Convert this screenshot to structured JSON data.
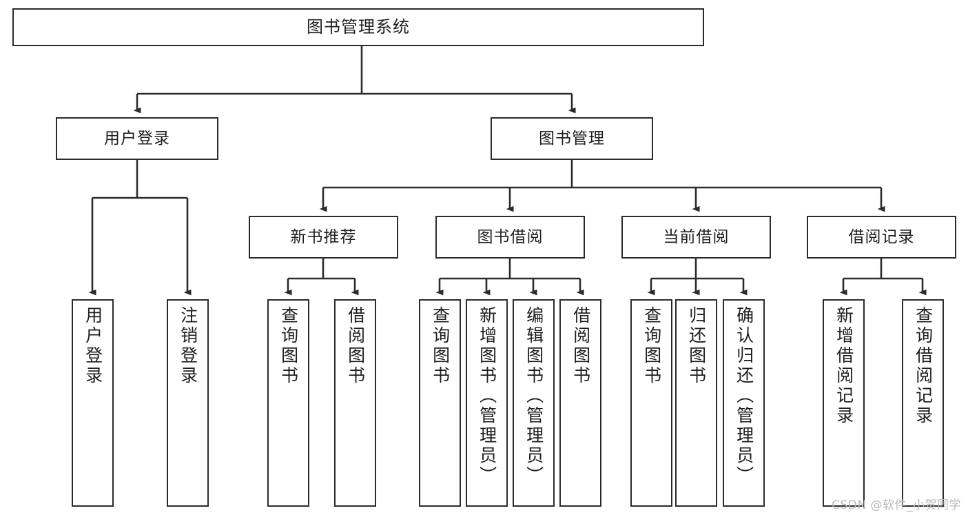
{
  "diagram": {
    "title": "图书管理系统",
    "type": "tree",
    "watermark": "CSDN @软件_小贺同学",
    "root": {
      "id": "root",
      "label": "图书管理系统"
    },
    "level1": [
      {
        "id": "user-login",
        "label": "用户登录"
      },
      {
        "id": "book-manage",
        "label": "图书管理"
      }
    ],
    "level2": [
      {
        "id": "new-book-rec",
        "label": "新书推荐",
        "parent": "book-manage"
      },
      {
        "id": "book-borrow",
        "label": "图书借阅",
        "parent": "book-manage"
      },
      {
        "id": "current-borrow",
        "label": "当前借阅",
        "parent": "book-manage"
      },
      {
        "id": "borrow-record",
        "label": "借阅记录",
        "parent": "book-manage"
      }
    ],
    "leaves": [
      {
        "id": "leaf-user-login",
        "label": "用户登录",
        "parent": "user-login"
      },
      {
        "id": "leaf-user-logout",
        "label": "注销登录",
        "parent": "user-login"
      },
      {
        "id": "leaf-query-book-1",
        "label": "查询图书",
        "parent": "new-book-rec"
      },
      {
        "id": "leaf-borrow-book-1",
        "label": "借阅图书",
        "parent": "new-book-rec"
      },
      {
        "id": "leaf-query-book-2",
        "label": "查询图书",
        "parent": "book-borrow"
      },
      {
        "id": "leaf-add-book",
        "label": "新增图书（管理员）",
        "parent": "book-borrow"
      },
      {
        "id": "leaf-edit-book",
        "label": "编辑图书（管理员）",
        "parent": "book-borrow"
      },
      {
        "id": "leaf-borrow-book-2",
        "label": "借阅图书",
        "parent": "book-borrow"
      },
      {
        "id": "leaf-query-book-3",
        "label": "查询图书",
        "parent": "current-borrow"
      },
      {
        "id": "leaf-return-book",
        "label": "归还图书",
        "parent": "current-borrow"
      },
      {
        "id": "leaf-confirm-return",
        "label": "确认归还（管理员）",
        "parent": "current-borrow"
      },
      {
        "id": "leaf-add-record",
        "label": "新增借阅记录",
        "parent": "borrow-record"
      },
      {
        "id": "leaf-query-record",
        "label": "查询借阅记录",
        "parent": "borrow-record"
      }
    ],
    "colors": {
      "border": "#2b2b2b",
      "line": "#2b2b2b",
      "background": "#ffffff",
      "text": "#1f1f1f",
      "watermark": "#b9b9b9"
    }
  }
}
